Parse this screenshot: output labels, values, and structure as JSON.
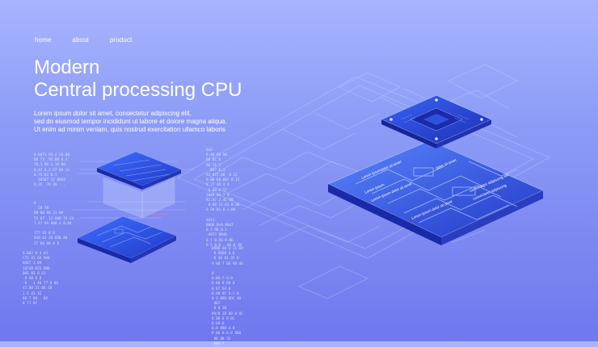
{
  "nav": {
    "home": "home",
    "about": "about",
    "product": "product"
  },
  "hero": {
    "title_line1": "Modern",
    "title_line2": "Central processing CPU",
    "body_line1": "Lorem ipsum dolor sit amet, consectetur adipiscing elit,",
    "body_line2": "sed do eiusmod tempor incididunt ut labore et dolore magna aliqua.",
    "body_line3": "Ut enim ad minim veniam, quis nostrud exercitation ullamco laboris"
  },
  "code_blocks": {
    "left_upper": "0.0071 92.4 56.00\nDD 73 .93.08 0.1\n78.1 98 4.10 00\n0.43 6.2 67 09 13\n0 79 81 0.1\n  18587 52 0043\n6.35 .70 26 ...",
    "left_middle": "0\n  28 78\n8B 00 00 31 08\n55 07 .12 800 79 24\n7.47 89 908 4 0.04\n\n177 93 8 8\n010 02 28 858 84\n27 88 88 8 8",
    "left_lower": "9.802 0 4 03\nC73 41 63 9A8\n8467 1 09\n10748 623 6B8\n0H1 83 8 43\n 8 40 6 8\n 0   1 40 77 8 08\n41 80 51 06 1B\n1 6 43 1E\n88 7 88   8X\n8 77 8F",
    "center_upper": "0LD\n0.40 88 00\n88 0C.0\n80 71 4\n  887 0.3\n92 877.08  8 12\n0.00 60.007 8.12\n8 77 40 4 4\n 0 80 6 57\n1840 06 7 4\n92.87 2.41 88\n 0.08 31.61 8.80\n0 28 81 0.1.80\n\n0421\n0000 8+0 8847\n0.7 98 0.1\n 4977 9B40\n0 7 0.88-8.0E\n6 5 8.8 - 06.0 3B",
    "center_lower": "8988 00 0 11 08\n 0 0B08 0 6\n 8 40 81 35 8 \n9 88 7 00 98 48\n\n0\n8-88-7-6-0\n8 00 8 00 0\n8 07 04 0\n8.48 8C 8.1 8\n0 3 008-8DC 48\n 9B7\n 8 8 3B\n89/8 1B 8B 0 8C\n8 0B 8 8 BC\n0 68 8\n0.8 888 0 8\n8 08 0.8.8 6B8\n 88 8B 3E\n 888 7"
  },
  "chip_labels": {
    "big_1": "Lorem ipsum",
    "big_2": "dolor sit amet",
    "big_3": "Lorem ipsum",
    "big_4": "dolor sit amet",
    "big_5": "consectetur adipiscing elit",
    "big_6": "Lorem ipsum dolor sit amet",
    "big_7": "consectetur adipiscing",
    "big_8": "Lorem ipsum dolor sit amet"
  },
  "colors": {
    "bg_top": "#a7b5ff",
    "bg_bottom": "#6f78ee",
    "chip_light": "#4f7cff",
    "chip_dark": "#2236c9",
    "chip_edge": "#1a29a8"
  }
}
